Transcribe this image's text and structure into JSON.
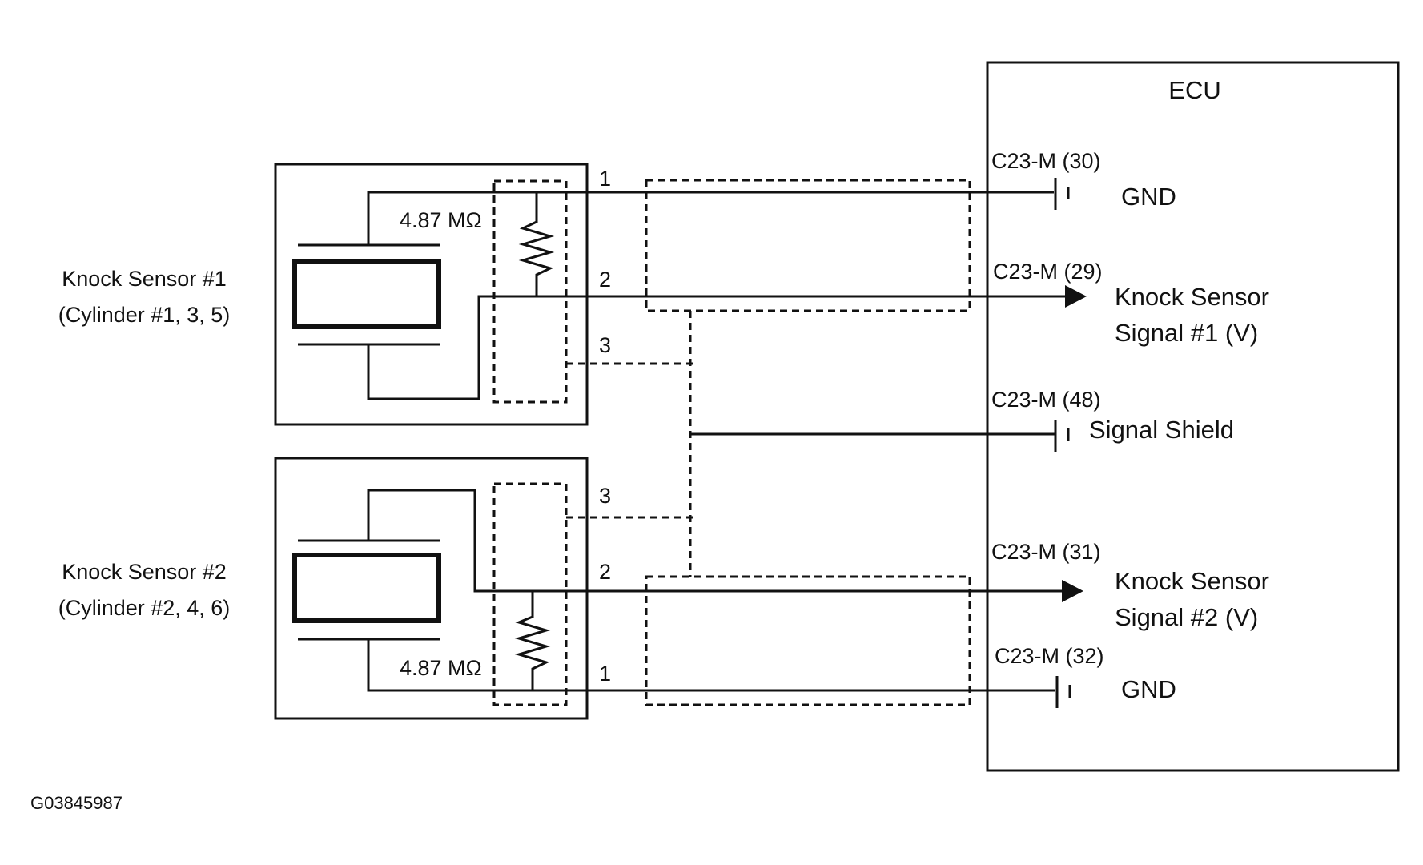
{
  "ecu": {
    "title": "ECU"
  },
  "sensor1": {
    "name": "Knock Sensor #1",
    "cylinders": "(Cylinder #1, 3, 5)",
    "resistance": "4.87 MΩ",
    "pins": {
      "p1": "1",
      "p2": "2",
      "p3": "3"
    }
  },
  "sensor2": {
    "name": "Knock Sensor #2",
    "cylinders": "(Cylinder #2, 4, 6)",
    "resistance": "4.87 MΩ",
    "pins": {
      "p1": "1",
      "p2": "2",
      "p3": "3"
    }
  },
  "terminals": {
    "t30": {
      "pin": "C23-M (30)",
      "func": "GND"
    },
    "t29": {
      "pin": "C23-M (29)",
      "func_line1": "Knock Sensor",
      "func_line2": "Signal #1 (V)"
    },
    "t48": {
      "pin": "C23-M (48)",
      "func": "Signal Shield"
    },
    "t31": {
      "pin": "C23-M (31)",
      "func_line1": "Knock Sensor",
      "func_line2": "Signal #2 (V)"
    },
    "t32": {
      "pin": "C23-M (32)",
      "func": "GND"
    }
  },
  "figure_id": "G03845987"
}
